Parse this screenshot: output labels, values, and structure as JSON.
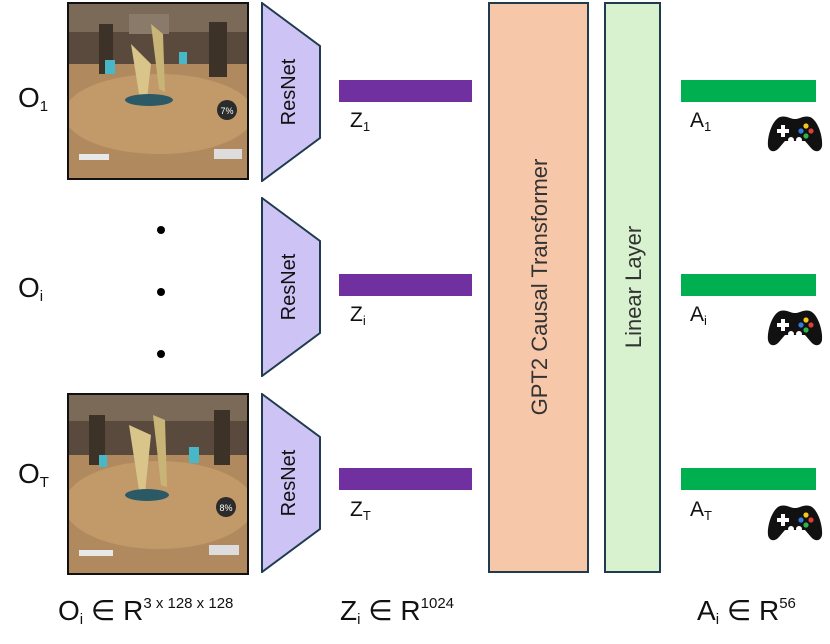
{
  "observations": {
    "first": {
      "base": "O",
      "sub": "1"
    },
    "middle": {
      "base": "O",
      "sub": "i"
    },
    "last": {
      "base": "O",
      "sub": "T"
    }
  },
  "encoder_label": "ResNet",
  "latents": {
    "first": {
      "base": "Z",
      "sub": "1"
    },
    "middle": {
      "base": "Z",
      "sub": "i"
    },
    "last": {
      "base": "Z",
      "sub": "T"
    }
  },
  "transformer_label": "GPT2 Causal Transformer",
  "linear_label": "Linear Layer",
  "actions": {
    "first": {
      "base": "A",
      "sub": "1"
    },
    "middle": {
      "base": "A",
      "sub": "i"
    },
    "last": {
      "base": "A",
      "sub": "T"
    }
  },
  "frames": {
    "first_badge": "7%",
    "last_badge": "8%"
  },
  "dims": {
    "obs": {
      "base": "O",
      "sub": "i",
      "in": "∈",
      "space": "R",
      "sup": "3 x 128 x 128"
    },
    "latent": {
      "base": "Z",
      "sub": "i",
      "in": "∈",
      "space": "R",
      "sup": "1024"
    },
    "action": {
      "base": "A",
      "sub": "i",
      "in": "∈",
      "space": "R",
      "sup": "56"
    }
  },
  "colors": {
    "resnet_fill": "#cdc3f5",
    "latent_bar": "#7030a0",
    "transformer_fill": "#f7c7a9",
    "linear_fill": "#d8f2cf",
    "action_bar": "#00b050"
  },
  "icons": [
    "gamepad-icon"
  ]
}
